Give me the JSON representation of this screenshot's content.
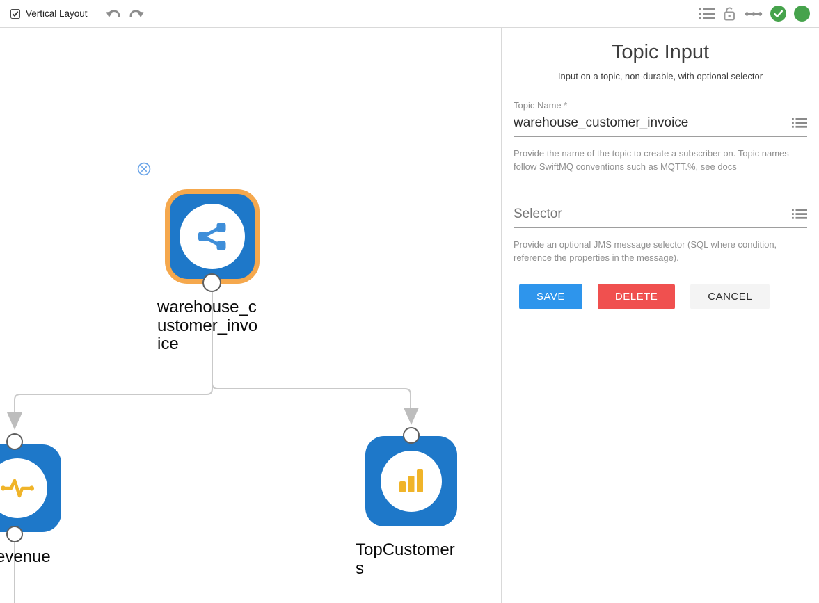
{
  "toolbar": {
    "layout_toggle": {
      "label": "Vertical Layout",
      "checked": true
    },
    "icons": {
      "undo": "undo-arrow",
      "redo": "redo-arrow",
      "list": "list",
      "lock": "lock-open",
      "path": "node-path-dots",
      "valid": "check-circle",
      "status": "status-dot"
    }
  },
  "canvas": {
    "delete_icon": "circle-x",
    "nodes": [
      {
        "label": "warehouse_customer_invoice",
        "icon": "share",
        "selected": true
      },
      {
        "label": "evenue",
        "icon": "pulse-wave",
        "selected": false
      },
      {
        "label": "TopCustomers",
        "icon": "bar-chart",
        "selected": false
      }
    ]
  },
  "panel": {
    "title": "Topic Input",
    "subtitle": "Input on a topic, non-durable, with optional selector",
    "fields": [
      {
        "label": "Topic Name *",
        "value": "warehouse_customer_invoice",
        "help": "Provide the name of the topic to create a subscriber on. Topic names follow SwiftMQ conventions such as MQTT.%, see docs",
        "icon": "list"
      },
      {
        "label": "Selector",
        "value": "",
        "placeholder": "Selector",
        "help": "Provide an optional JMS message selector (SQL where condition, reference the properties in the message).",
        "icon": "list"
      }
    ],
    "buttons": {
      "save": "SAVE",
      "delete": "DELETE",
      "cancel": "CANCEL"
    }
  },
  "colors": {
    "node_blue": "#1E78C9",
    "selection_orange": "#F5A84D",
    "icon_yellow": "#F0B429",
    "icon_blue": "#3E8ED9",
    "save_blue": "#2E95EC",
    "delete_red": "#F0504F",
    "cancel_gray": "#F4F4F4",
    "status_green": "#46A34C",
    "edge_gray": "#C9C9C9"
  }
}
